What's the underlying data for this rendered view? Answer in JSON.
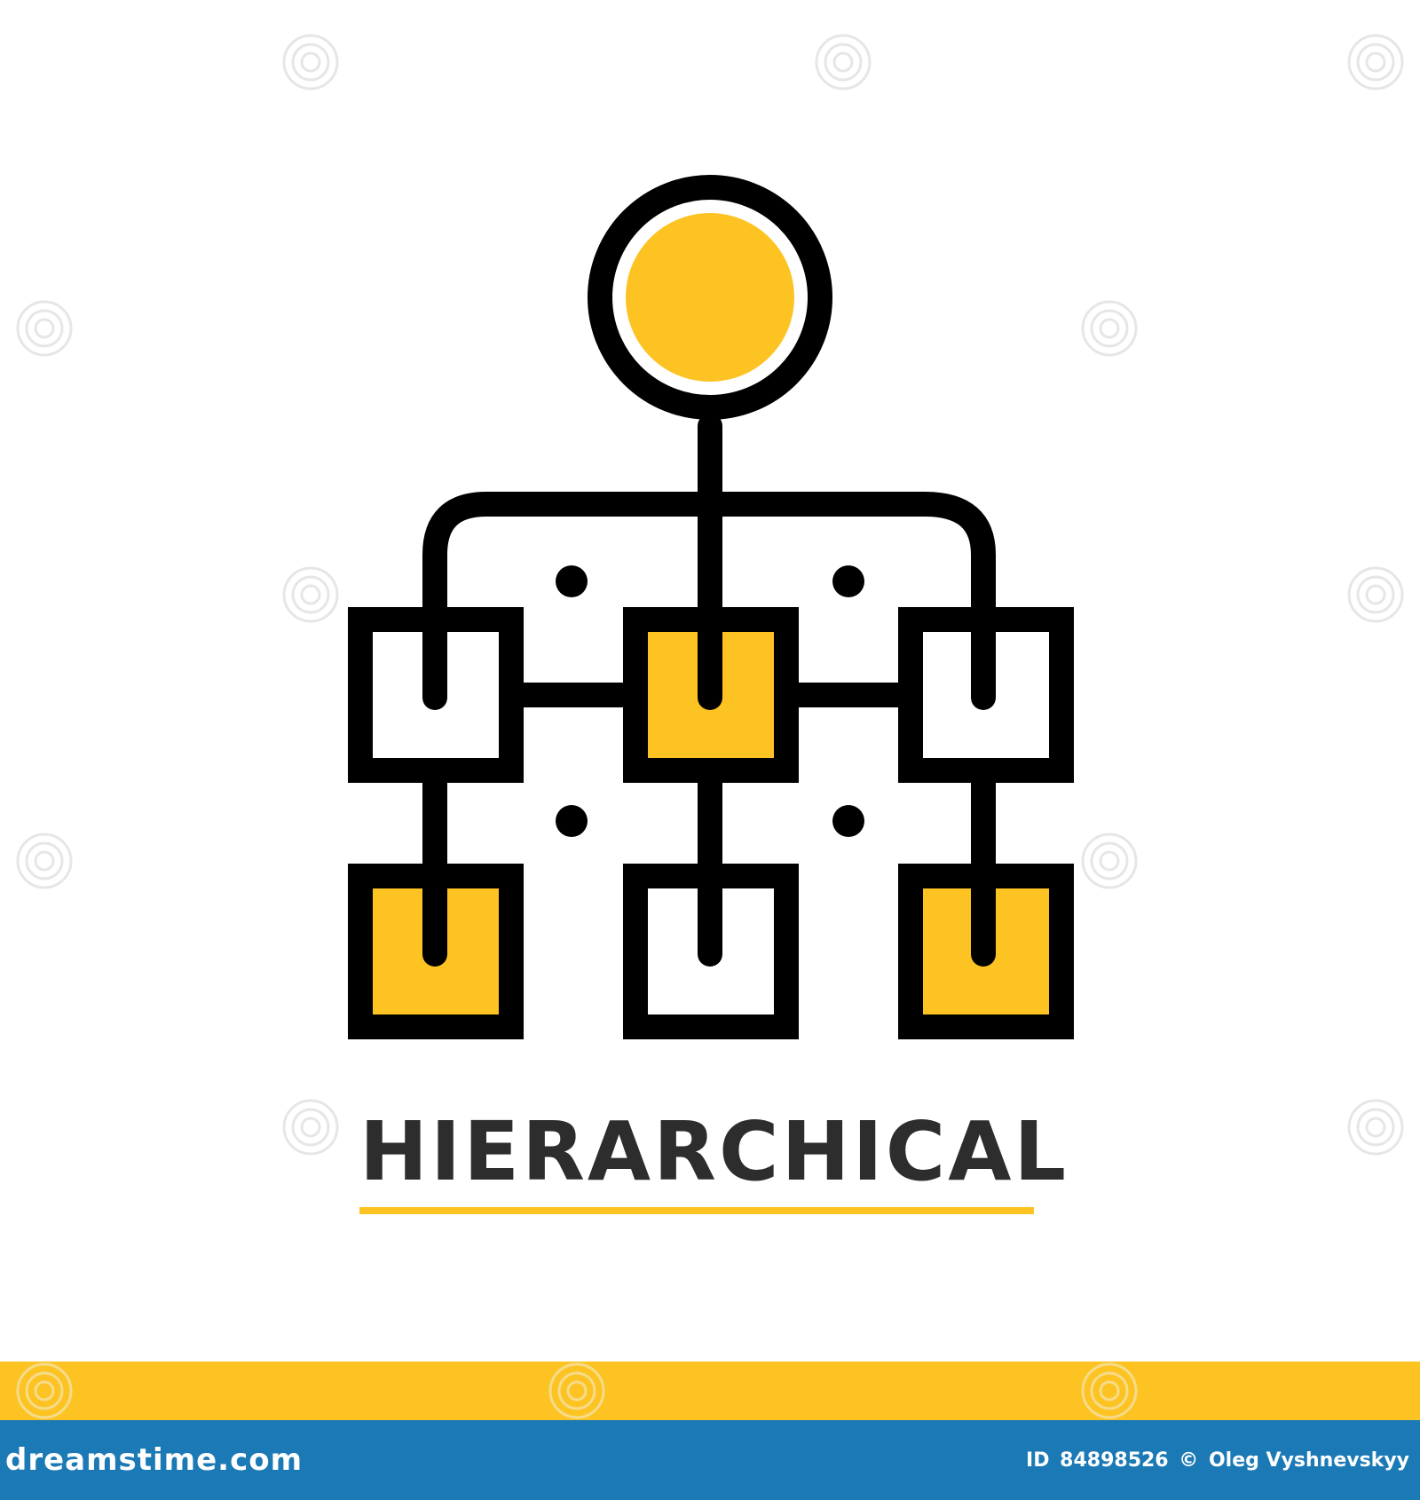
{
  "title": "HIERARCHICAL",
  "colors": {
    "accent": "#fdc323",
    "stroke": "#000000",
    "text": "#2d2d2d",
    "footer": "#1b7ab5"
  },
  "icon": {
    "name": "hierarchy-icon",
    "root_filled": true,
    "level1_filled": [
      false,
      true,
      false
    ],
    "level2_filled": [
      true,
      false,
      true
    ]
  },
  "footer": {
    "logo_text": "dreamstime.com",
    "id_label": "ID",
    "id_value": "84898526",
    "copyright_symbol": "©",
    "author": "Oleg Vyshnevskyy"
  },
  "watermark": {
    "icon": "spiral-watermark-icon"
  }
}
